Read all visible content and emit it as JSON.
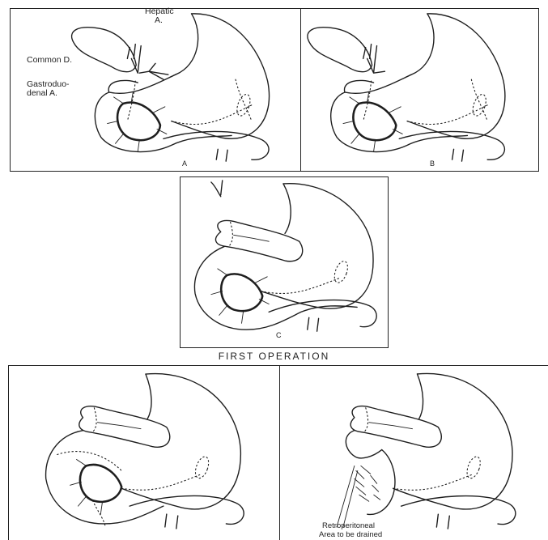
{
  "panels": {
    "a": {
      "caption": "A"
    },
    "b": {
      "caption": "B"
    },
    "c": {
      "caption": "C"
    }
  },
  "labels": {
    "hepatic": "Hepatic",
    "hepatic_a": "A.",
    "common_d": "Common D.",
    "gastroduo_1": "Gastroduo-",
    "gastroduo_2": "denal A.",
    "retro_1": "Retroperitoneal",
    "retro_2": "Area to be drained"
  },
  "section_caption": "FIRST OPERATION"
}
